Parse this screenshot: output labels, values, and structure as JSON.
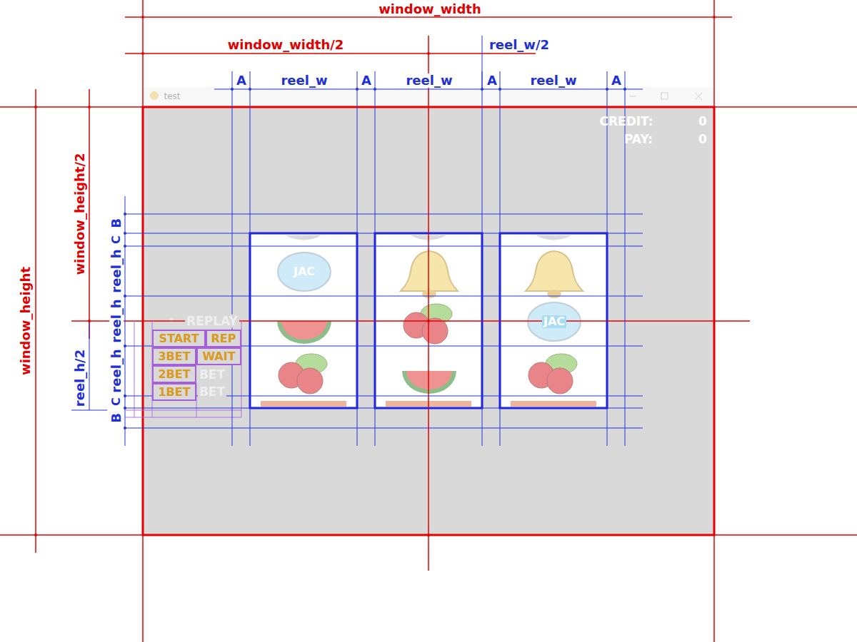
{
  "diagram": {
    "nodes": [
      {
        "text": [
          "START"
        ]
      },
      {
        "text": [
          "REP"
        ]
      },
      {
        "text": [
          "3BET"
        ]
      },
      {
        "text": [
          "WAIT"
        ]
      },
      {
        "text": [
          "2BET"
        ]
      },
      {
        "text": [
          "1BET"
        ]
      }
    ],
    "labels": [
      "test",
      "window_width",
      "window_width/2",
      "reel_w/2",
      "A",
      "reel_w",
      "A",
      "reel_w",
      "A",
      "reel_w",
      "A",
      "window_height",
      "window_height/2",
      "B",
      "C",
      "reel_h",
      "reel_h",
      "reel_h",
      "C",
      "B",
      "reel_h/2",
      "CREDIT:",
      "0",
      "PAY:",
      "0",
      "JAC",
      "JAC",
      "REPLAY",
      "BET",
      "BET"
    ]
  }
}
